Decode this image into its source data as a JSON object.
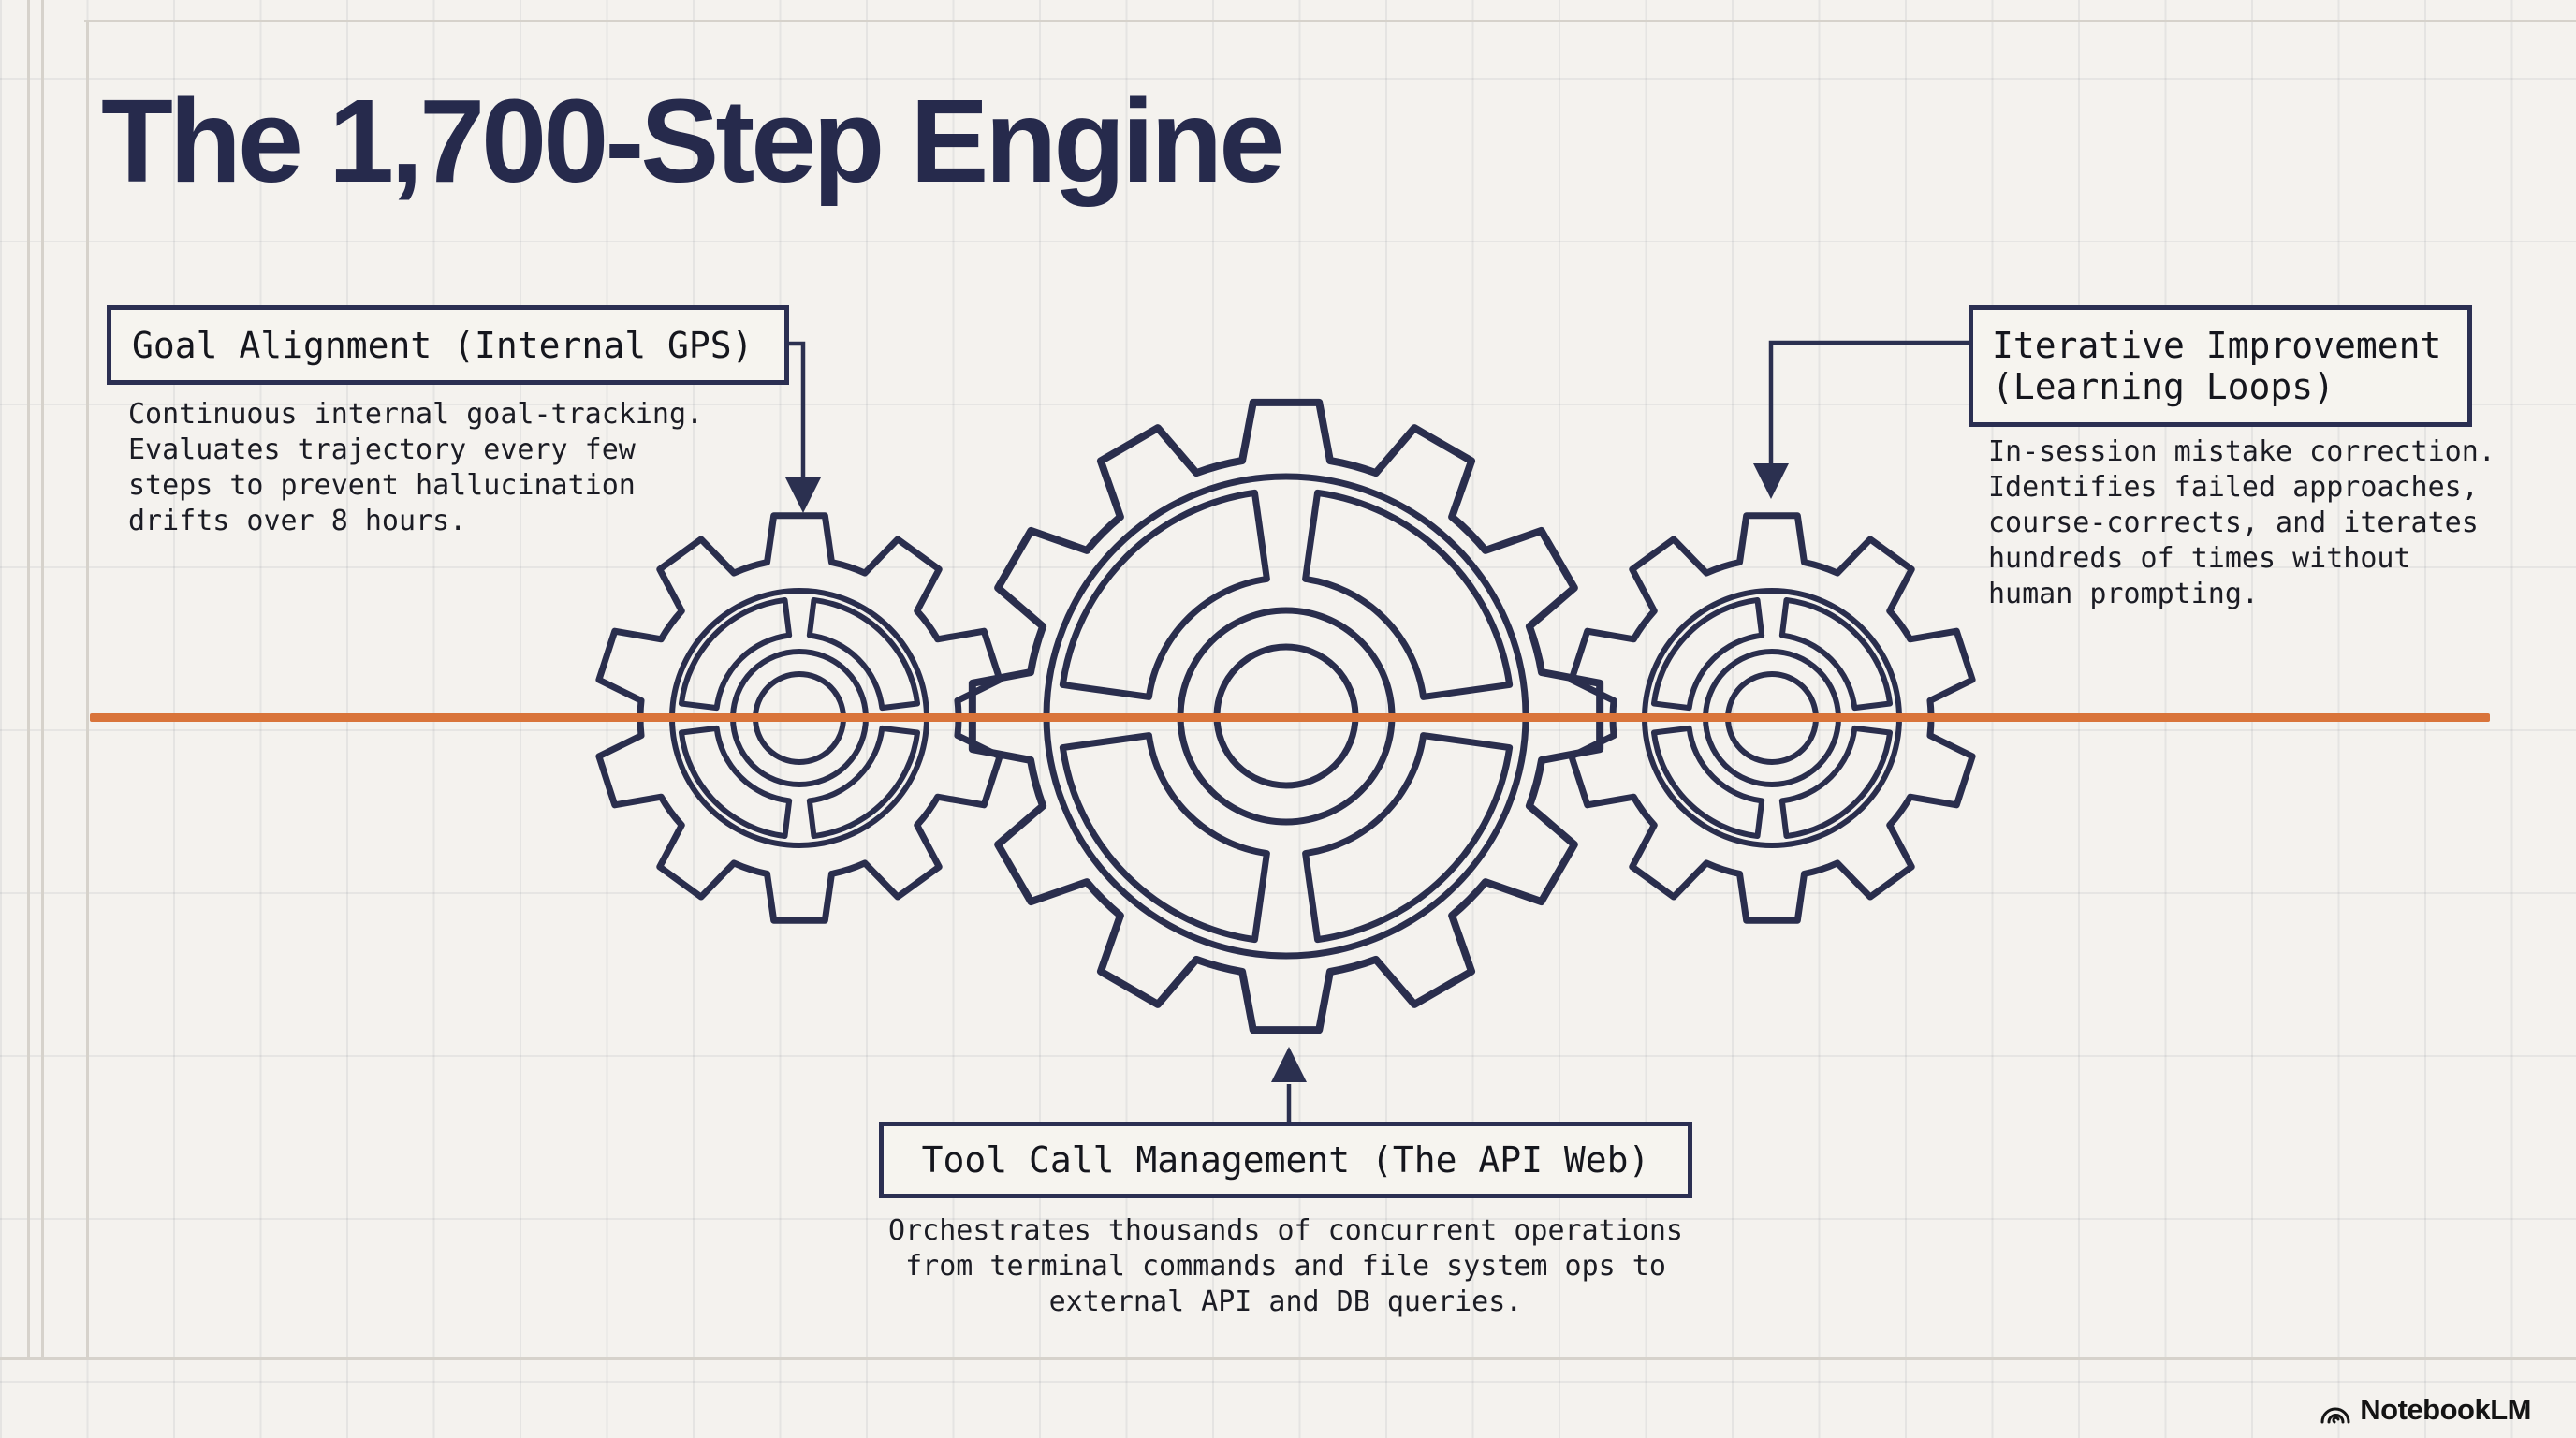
{
  "title": "The 1,700-Step Engine",
  "callouts": {
    "goal": {
      "title": "Goal Alignment (Internal GPS)",
      "description": "Continuous internal goal-tracking.\nEvaluates trajectory every few\nsteps to prevent hallucination\ndrifts over 8 hours."
    },
    "iterative": {
      "title": "Iterative Improvement\n(Learning Loops)",
      "description": "In-session mistake correction.\nIdentifies failed approaches,\ncourse-corrects, and iterates\nhundreds of times without\nhuman prompting."
    },
    "tool": {
      "title": "Tool Call Management (The API Web)",
      "description": "Orchestrates thousands of concurrent operations\nfrom terminal commands and file system ops to\nexternal API and DB queries."
    }
  },
  "watermark": {
    "label": "NotebookLM",
    "icon": "notebooklm-logo-icon"
  },
  "colors": {
    "paper": "#f4f2ee",
    "ink": "#2a2e4d",
    "accent_orange": "#d9743a",
    "grid": "#e7e4de",
    "text": "#1b1c24"
  }
}
